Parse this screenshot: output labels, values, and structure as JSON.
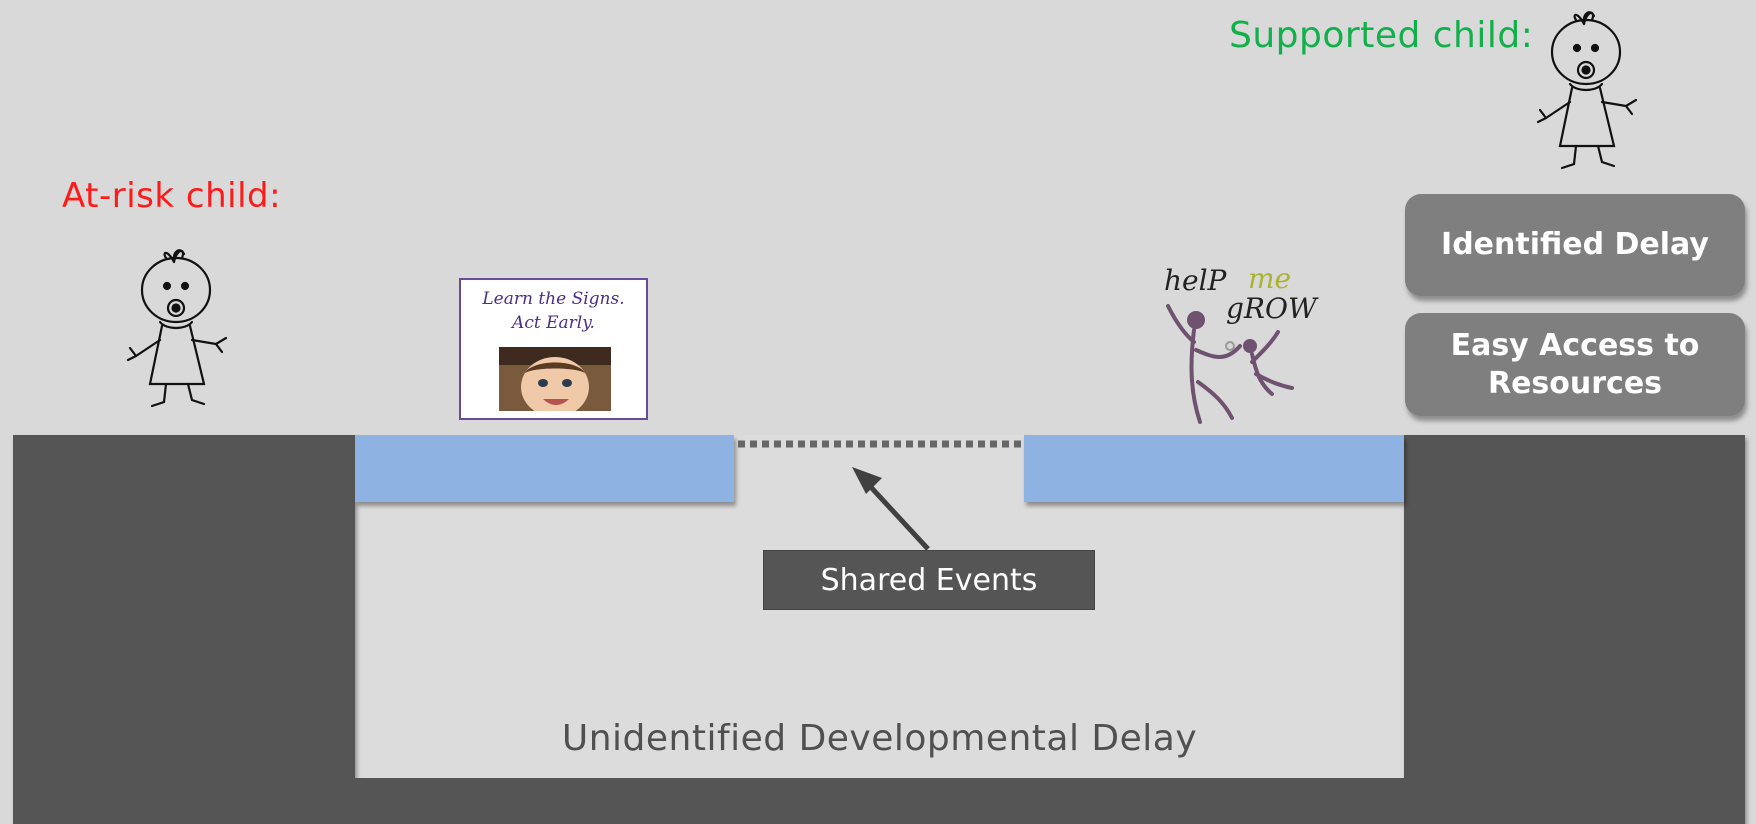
{
  "labels": {
    "at_risk_child": "At-risk child:",
    "supported_child": "Supported child:",
    "shared_events": "Shared Events",
    "pit": "Unidentified Developmental Delay"
  },
  "tiles": {
    "identified_delay": "Identified Delay",
    "easy_access": "Easy Access to Resources"
  },
  "poster": {
    "line1": "Learn the Signs.",
    "line2": "Act Early."
  },
  "logo": {
    "help": "helP",
    "me": "me",
    "grow": "gROW"
  },
  "colors": {
    "at_risk": "#ff1a1a",
    "supported": "#11b04a",
    "bridge": "#8eb3e3",
    "ground": "#555555",
    "tile": "#7f7f7f"
  },
  "icons": [
    "child-drawing-icon",
    "help-me-grow-figures-icon",
    "baby-photo-icon",
    "arrow-icon"
  ]
}
